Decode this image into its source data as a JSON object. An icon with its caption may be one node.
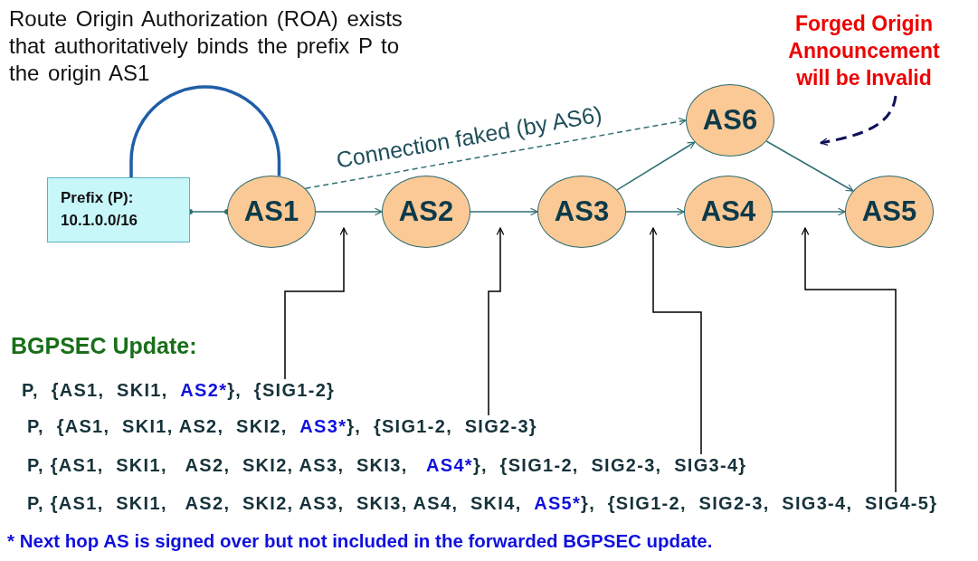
{
  "diagram": {
    "nodes": [
      {
        "text": [
          "Prefix (P): 10.1.0.0/16"
        ]
      },
      {
        "text": [
          "AS1"
        ]
      },
      {
        "text": [
          "AS2"
        ]
      },
      {
        "text": [
          "AS3"
        ]
      },
      {
        "text": [
          "AS4"
        ]
      },
      {
        "text": [
          "AS5"
        ]
      },
      {
        "text": [
          "AS6"
        ]
      },
      {
        "text": [
          "Forged Origin Announcement will be Invalid"
        ]
      },
      {
        "text": [
          "P,  {AS1,  SKI1,  AS2*},  {SIG1-2}"
        ]
      },
      {
        "text": [
          "P,  {AS1,  SKI1, AS2,  SKI2,  AS3*},  {SIG1-2,  SIG2-3}"
        ]
      },
      {
        "text": [
          "P, {AS1,  SKI1,   AS2,  SKI2, AS3,  SKI3,   AS4*},  {SIG1-2,  SIG2-3,  SIG3-4}"
        ]
      },
      {
        "text": [
          "P, {AS1,  SKI1,   AS2,  SKI2, AS3,  SKI3, AS4,  SKI4,  AS5*},  {SIG1-2,  SIG2-3,  SIG3-4,  SIG4-5}"
        ]
      }
    ],
    "edges": [
      {
        "from": 0,
        "to": 1,
        "arrow": "other"
      },
      {
        "from": 0,
        "to": 1,
        "arrow": "none",
        "style": "thick",
        "color": "#1f5ea8"
      },
      {
        "from": 1,
        "to": 6,
        "arrow": "to",
        "style": "dashed",
        "label": "Connection faked (by AS6)"
      },
      {
        "from": 1,
        "to": 2,
        "arrow": "to"
      },
      {
        "from": 2,
        "to": 3,
        "arrow": "to"
      },
      {
        "from": 3,
        "to": 6,
        "arrow": "to"
      },
      {
        "from": 3,
        "to": 4,
        "arrow": "to"
      },
      {
        "from": 6,
        "to": 5,
        "arrow": "to"
      },
      {
        "from": 4,
        "to": 5,
        "arrow": "to"
      },
      {
        "from": 7,
        "to": null,
        "arrow": "to",
        "style": "dashed",
        "color": "#10105a"
      },
      {
        "from": 8,
        "to": null,
        "arrow": "to",
        "color": "#000000"
      },
      {
        "from": 9,
        "to": null,
        "arrow": "to",
        "color": "#000000"
      },
      {
        "from": 10,
        "to": null,
        "arrow": "to",
        "color": "#000000"
      },
      {
        "from": 11,
        "to": null,
        "arrow": "to",
        "color": "#000000"
      }
    ],
    "labels": [
      "Route Origin Authorization (ROA) exists that authoritatively binds the prefix P to the origin AS1",
      "BGPSEC Update:",
      "* Next hop AS is signed over but not included in the forwarded BGPSEC update."
    ]
  }
}
